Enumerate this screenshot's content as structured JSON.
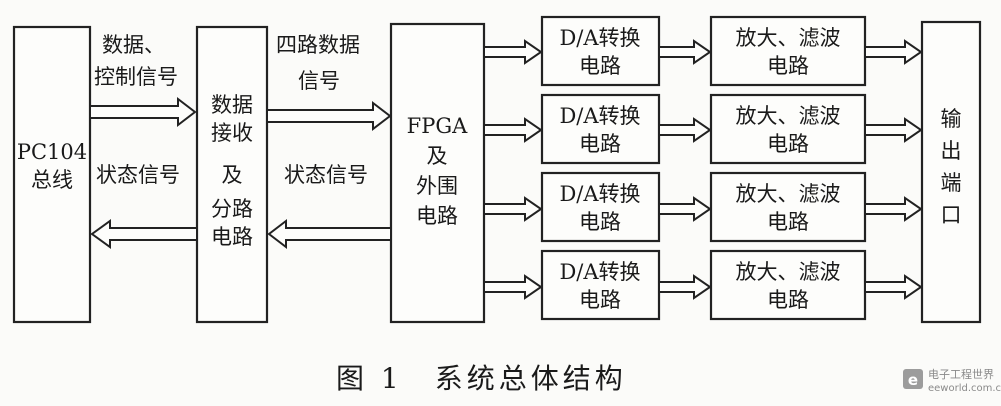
{
  "blocks": {
    "pc104": [
      "PC104",
      "总线"
    ],
    "receiver": [
      "数据",
      "接收",
      "及",
      "分路",
      "电路"
    ],
    "fpga": [
      "FPGA",
      "及",
      "外围",
      "电路"
    ],
    "da": [
      [
        "D/A转换",
        "电路"
      ],
      [
        "D/A转换",
        "电路"
      ],
      [
        "D/A转换",
        "电路"
      ],
      [
        "D/A转换",
        "电路"
      ]
    ],
    "amp": [
      [
        "放大、滤波",
        "电路"
      ],
      [
        "放大、滤波",
        "电路"
      ],
      [
        "放大、滤波",
        "电路"
      ],
      [
        "放大、滤波",
        "电路"
      ]
    ],
    "output": [
      "输",
      "出",
      "端",
      "口"
    ]
  },
  "labels": {
    "data_control": [
      "数据、",
      "控制信号"
    ],
    "status_left": "状态信号",
    "four_channel": [
      "四路数据",
      "信号"
    ],
    "status_right": "状态信号"
  },
  "caption": "图 1　系统总体结构",
  "watermark": {
    "brand": "电子工程世界",
    "url": "eeworld.com.cn",
    "logo": "e-logo-icon"
  }
}
